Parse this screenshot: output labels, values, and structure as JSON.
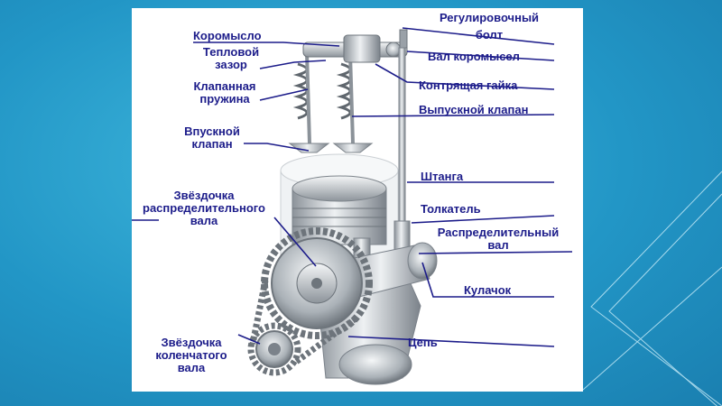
{
  "slide": {
    "colors": {
      "background": "#2296c6",
      "label": "#1c1c8a",
      "line": "#1c1c8a"
    }
  },
  "labels": {
    "rocker_arm": "Коромысло",
    "adjust_bolt_1": "Регулировочный",
    "adjust_bolt_2": "болт",
    "thermal_gap_1": "Тепловой",
    "thermal_gap_2": "зазор",
    "rocker_shaft": "Вал коромысел",
    "valve_spring_1": "Клапанная",
    "valve_spring_2": "пружина",
    "lock_nut": "Контрящая гайка",
    "exhaust_valve": "Выпускной клапан",
    "intake_valve_1": "Впускной",
    "intake_valve_2": "клапан",
    "pushrod": "Штанга",
    "cam_sprocket_1": "Звёздочка",
    "cam_sprocket_2": "распределительного",
    "cam_sprocket_3": "вала",
    "tappet": "Толкатель",
    "camshaft_1": "Распределительный",
    "camshaft_2": "вал",
    "cam_lobe": "Кулачок",
    "crank_sprocket_1": "Звёздочка",
    "crank_sprocket_2": "коленчатого",
    "crank_sprocket_3": "вала",
    "chain": "Цепь"
  }
}
